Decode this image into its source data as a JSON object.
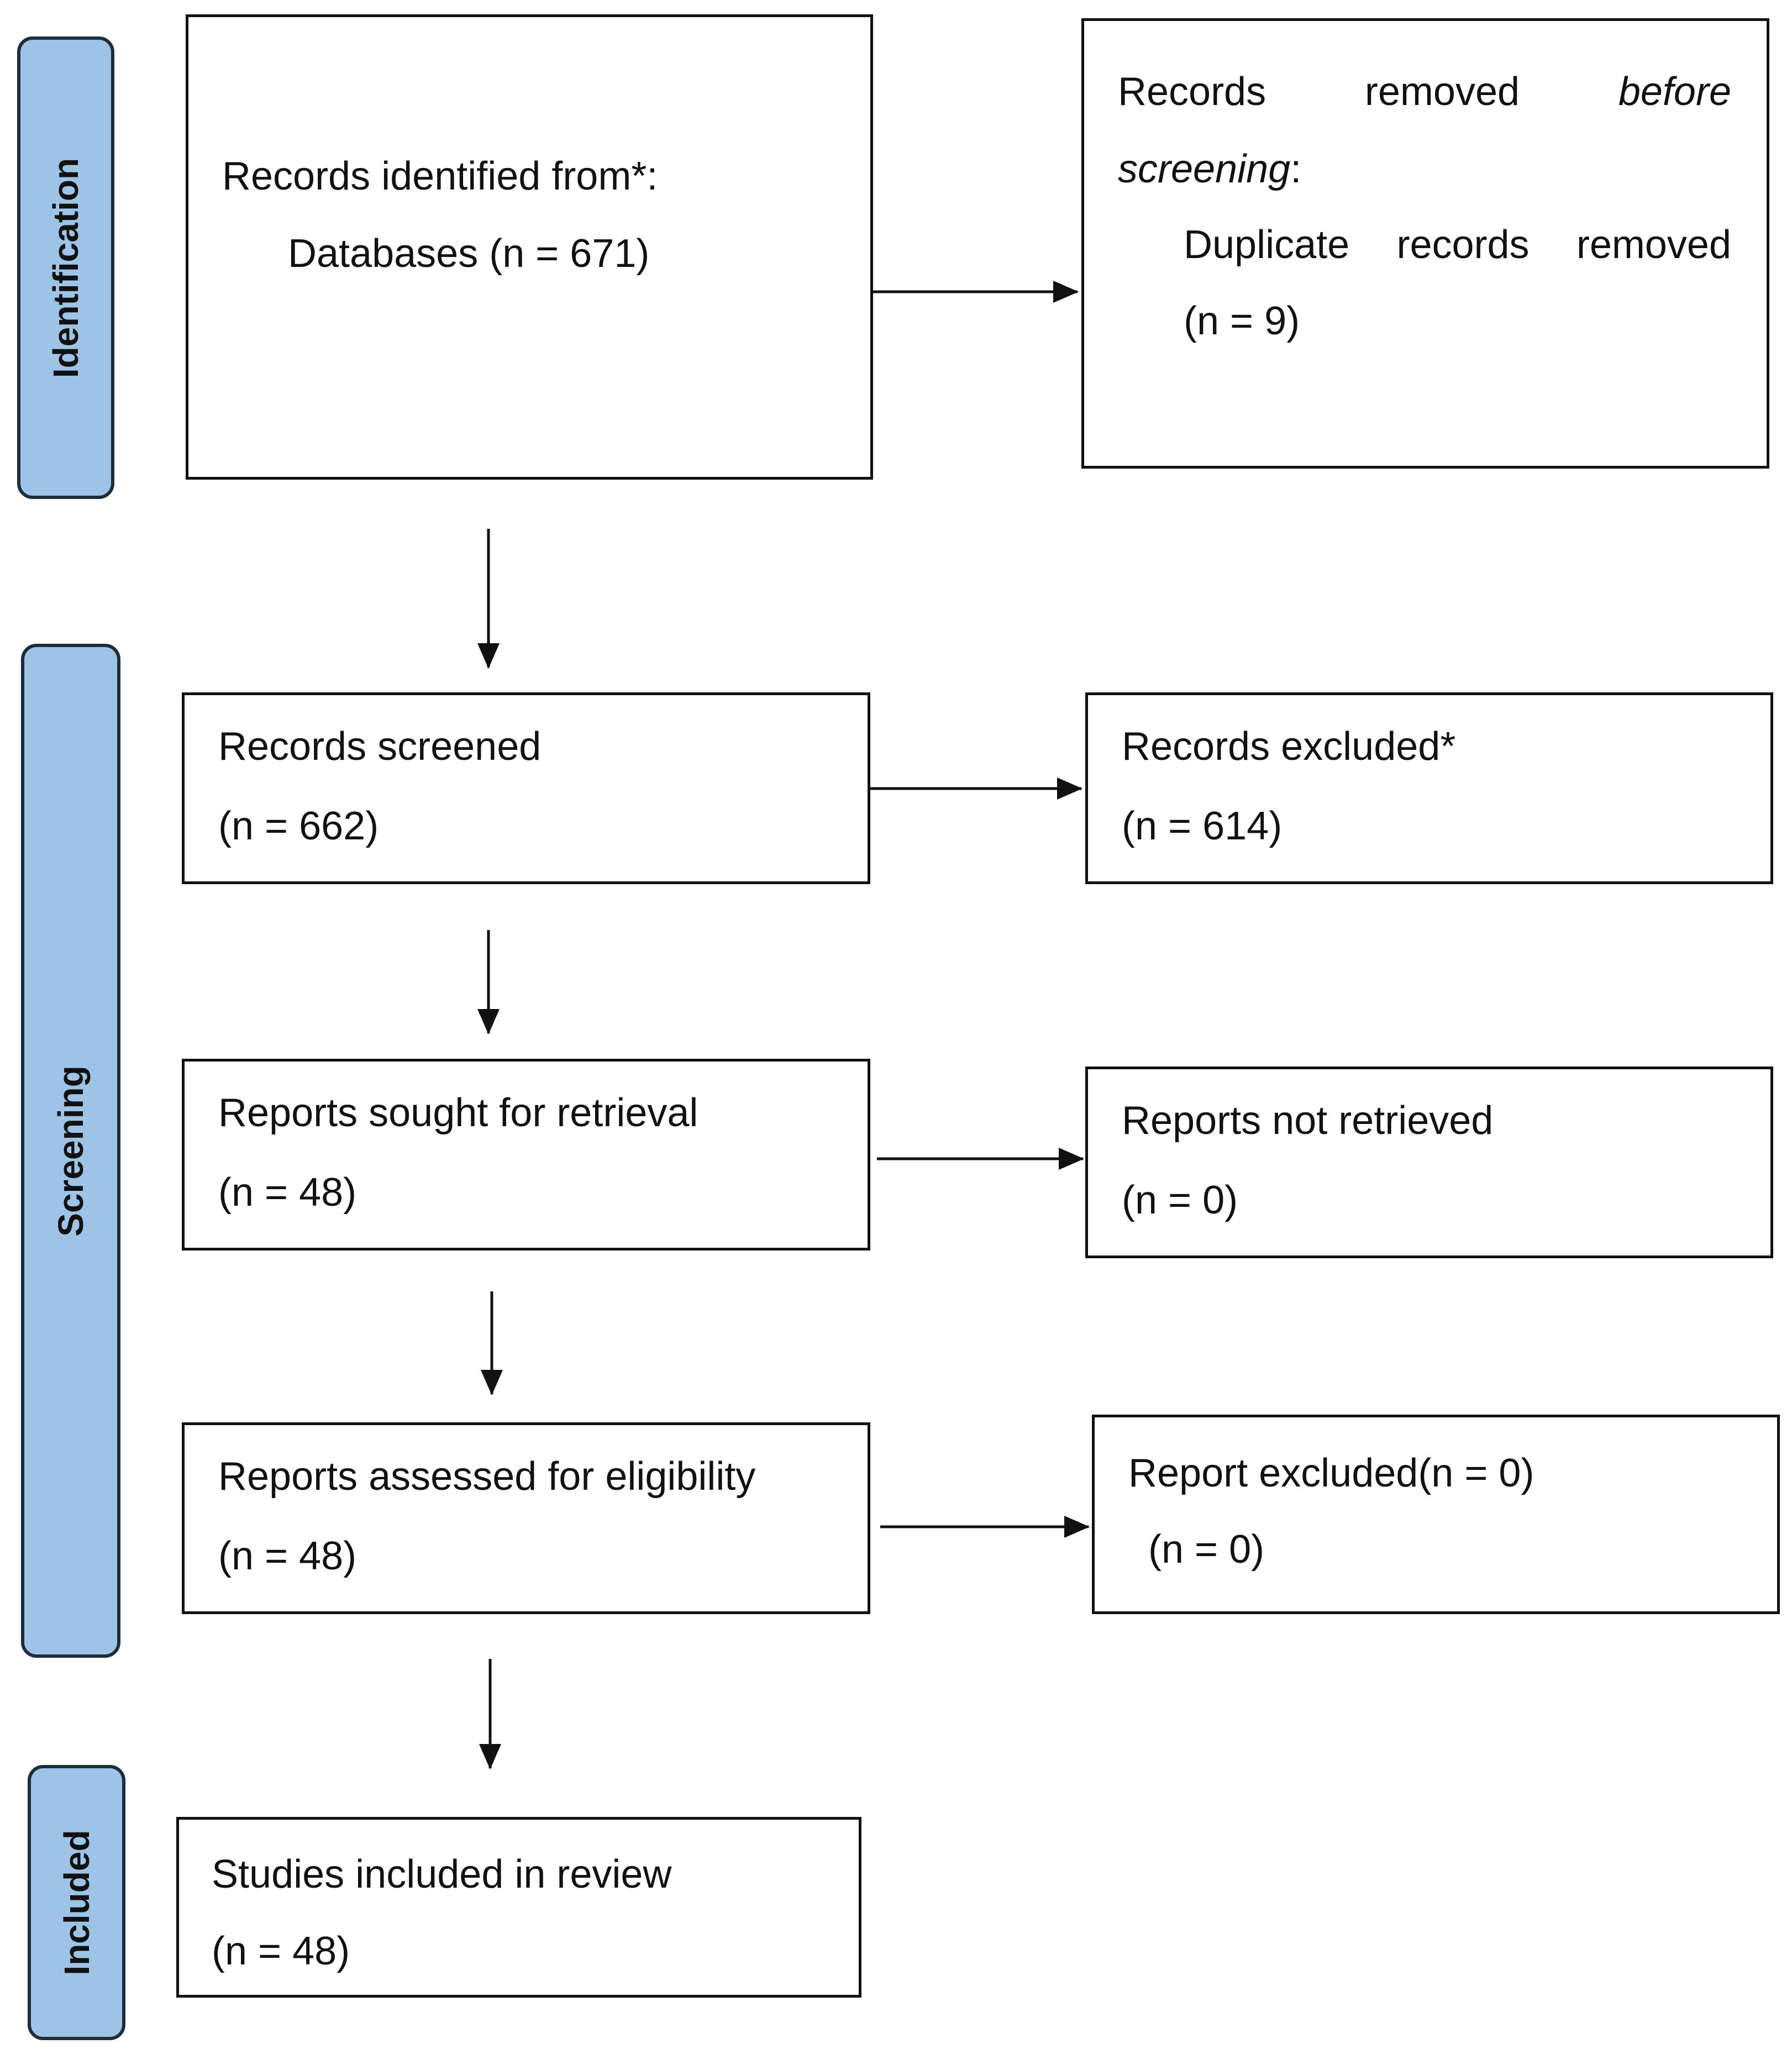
{
  "stages": {
    "identification": "Identification",
    "screening": "Screening",
    "included": "Included"
  },
  "identified": {
    "title": "Records identified from*:",
    "databases": "Databases (n = 671)"
  },
  "removed": {
    "w1": "Records",
    "w2": "removed",
    "w3": "before",
    "w4": "screening",
    "colon": ":",
    "d1": "Duplicate",
    "d2": "records",
    "d3": "removed",
    "count": "(n = 9)"
  },
  "screened": {
    "title": "Records screened",
    "count": "(n = 662)"
  },
  "excluded": {
    "title": "Records excluded*",
    "count": "(n = 614)"
  },
  "sought": {
    "title": "Reports sought for retrieval",
    "count": "(n = 48)"
  },
  "not_retrieved": {
    "title": "Reports not retrieved",
    "count": "(n = 0)"
  },
  "assessed": {
    "title": "Reports assessed for eligibility",
    "count": "(n = 48)"
  },
  "report_excluded": {
    "title": "Report excluded(n = 0)",
    "count": "(n = 0)"
  },
  "included_studies": {
    "title": "Studies included in review",
    "count": "(n = 48)"
  }
}
